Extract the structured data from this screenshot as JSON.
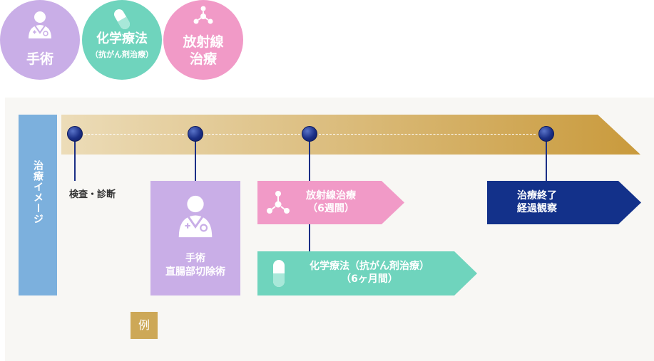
{
  "legend": {
    "surgery": {
      "label": "手術",
      "color": "#c9aee7",
      "icon": "doctor-icon"
    },
    "chemo": {
      "label": "化学療法",
      "sub": "（抗がん剤治療）",
      "color": "#6fd4bd",
      "icon": "capsule-icon"
    },
    "radio": {
      "label1": "放射線",
      "label2": "治療",
      "color": "#f19ac7",
      "icon": "radiation-icon"
    }
  },
  "timeline": {
    "side_label": "治療イメージ",
    "exam_label": "検査・診断",
    "surgery": {
      "line1": "手術",
      "line2": "直腸部切除術"
    },
    "radiation": {
      "line1": "放射線治療",
      "line2": "（6週間）"
    },
    "chemo": {
      "line1": "化学療法（抗がん剤治療）",
      "line2": "（6ヶ月間）"
    },
    "end": {
      "line1": "治療終了",
      "line2": "経過観察"
    },
    "example_badge": "例"
  }
}
